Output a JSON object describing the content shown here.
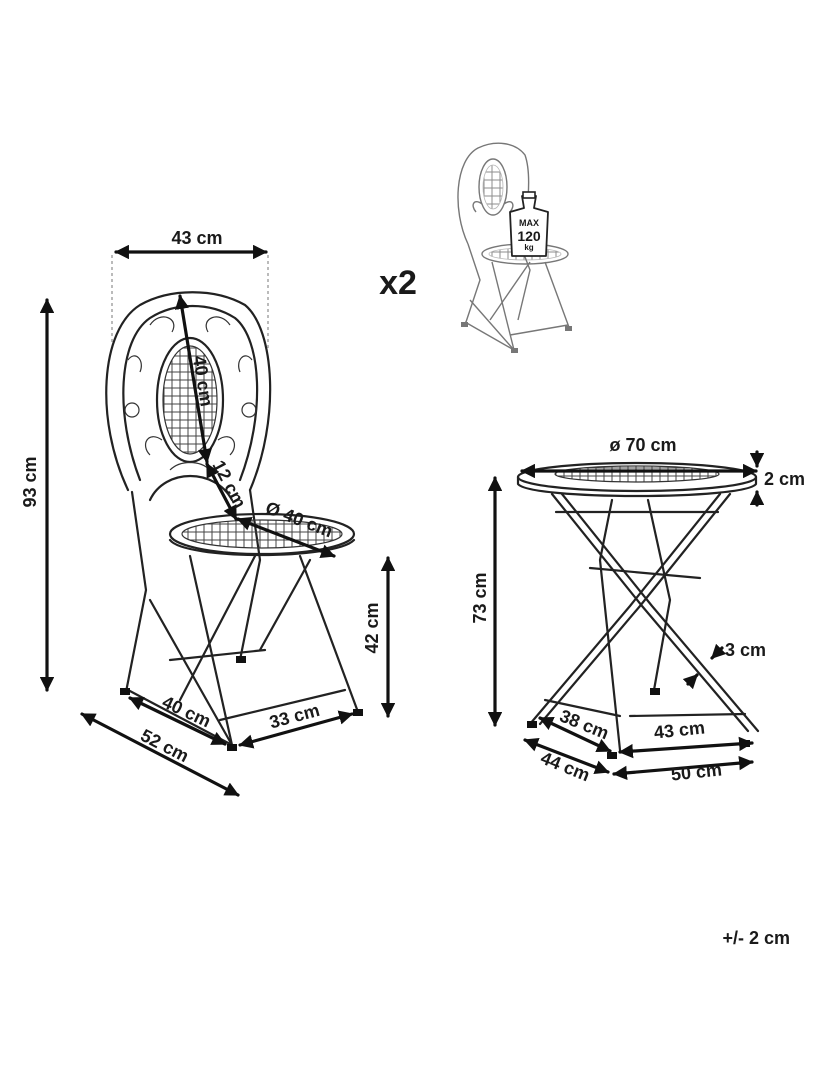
{
  "chair": {
    "width": "43 cm",
    "height": "93 cm",
    "back_height": "40 cm",
    "back_to_seat": "12 cm",
    "seat_diameter": "Ø 40 cm",
    "seat_height": "42 cm",
    "leg_width_front": "40 cm",
    "leg_span_side": "33 cm",
    "depth": "52 cm"
  },
  "quantity": "x2",
  "load_badge": {
    "top": "MAX",
    "value": "120",
    "unit": "kg"
  },
  "table": {
    "diameter": "ø 70 cm",
    "top_thickness": "2 cm",
    "height": "73 cm",
    "leg_offset": "3 cm",
    "base_inner_front": "38 cm",
    "base_inner_side": "43 cm",
    "base_outer_front": "44 cm",
    "base_outer_side": "50 cm"
  },
  "tolerance": "+/- 2 cm"
}
